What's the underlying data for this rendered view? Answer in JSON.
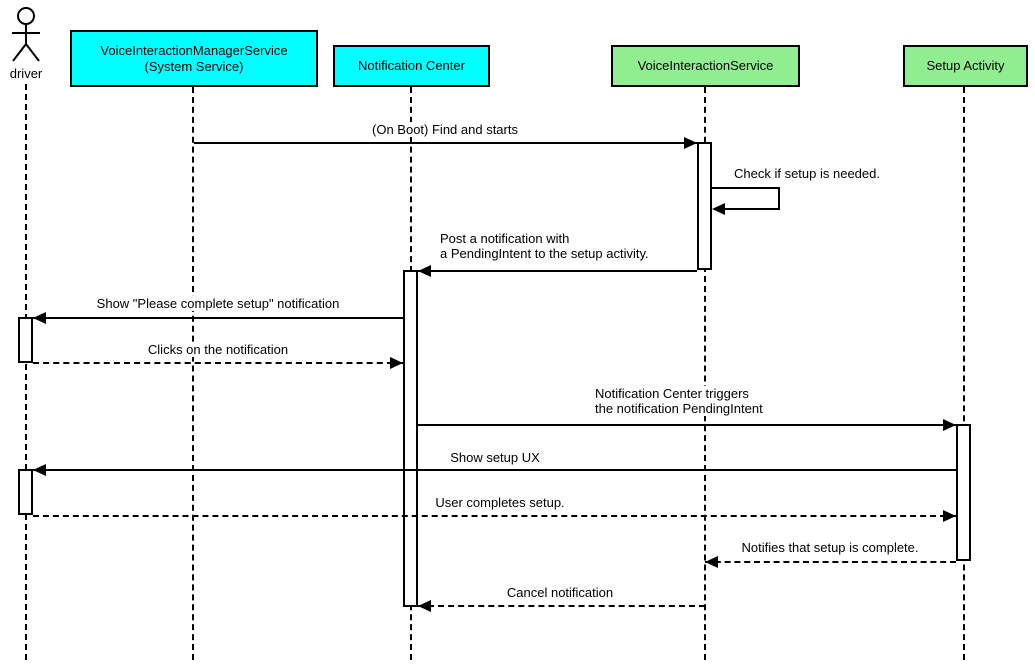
{
  "diagram_type": "uml-sequence-diagram",
  "colors": {
    "background": "#ffffff",
    "line": "#000000",
    "system_service_fill": "#00ffff",
    "app_service_fill": "#90ee90"
  },
  "participants": [
    {
      "label": "driver",
      "type": "actor"
    },
    {
      "label": "VoiceInteractionManagerService\n(System Service)",
      "type": "box",
      "fill": "#00ffff"
    },
    {
      "label": "Notification Center",
      "type": "box",
      "fill": "#00ffff"
    },
    {
      "label": "VoiceInteractionService",
      "type": "box",
      "fill": "#90ee90"
    },
    {
      "label": "Setup Activity",
      "type": "box",
      "fill": "#90ee90"
    }
  ],
  "messages": [
    {
      "label": "(On Boot) Find and starts",
      "from": "VoiceInteractionManagerService (System Service)",
      "to": "VoiceInteractionService",
      "line": "solid"
    },
    {
      "label": "Check if setup is needed.",
      "from": "VoiceInteractionService",
      "to": "VoiceInteractionService",
      "line": "solid",
      "self": true
    },
    {
      "label": "Post a notification with\na PendingIntent to the setup activity.",
      "from": "VoiceInteractionService",
      "to": "Notification Center",
      "line": "solid"
    },
    {
      "label": "Show \"Please complete setup\" notification",
      "from": "Notification Center",
      "to": "driver",
      "line": "solid"
    },
    {
      "label": "Clicks on the notification",
      "from": "driver",
      "to": "Notification Center",
      "line": "dashed"
    },
    {
      "label": "Notification Center triggers\nthe notification PendingIntent",
      "from": "Notification Center",
      "to": "Setup Activity",
      "line": "solid"
    },
    {
      "label": "Show setup UX",
      "from": "Setup Activity",
      "to": "driver",
      "line": "solid"
    },
    {
      "label": "User completes setup.",
      "from": "driver",
      "to": "Setup Activity",
      "line": "dashed"
    },
    {
      "label": "Notifies that setup is complete.",
      "from": "Setup Activity",
      "to": "VoiceInteractionService",
      "line": "dashed"
    },
    {
      "label": "Cancel notification",
      "from": "VoiceInteractionService",
      "to": "Notification Center",
      "line": "dashed"
    }
  ]
}
